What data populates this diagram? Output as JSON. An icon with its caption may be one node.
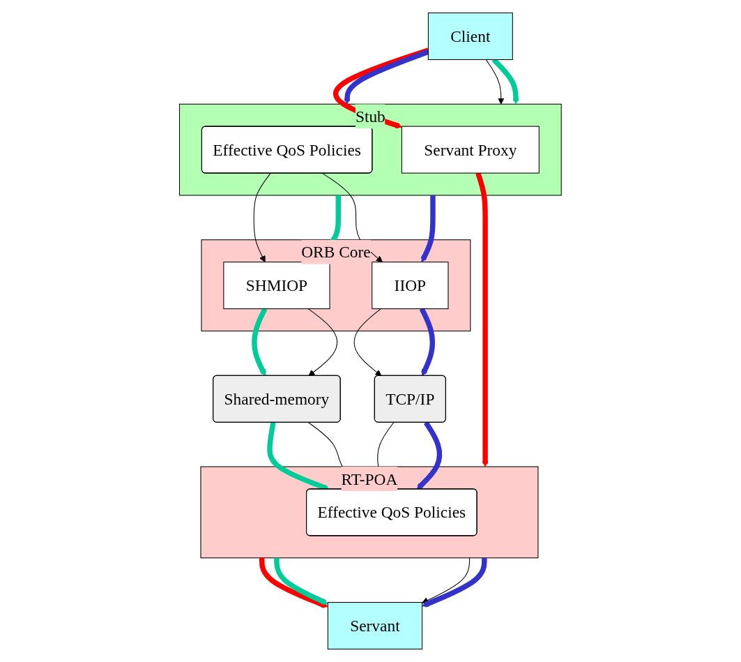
{
  "diagram": {
    "nodes": [
      {
        "text": [
          "Client"
        ]
      },
      {
        "text": [
          "Servant"
        ]
      },
      {
        "text": [
          "Stub"
        ]
      },
      {
        "text": [
          "Effective QoS Policies"
        ],
        "in": 2
      },
      {
        "text": [
          "Servant Proxy"
        ],
        "in": 2
      },
      {
        "text": [
          "RT-POA"
        ]
      },
      {
        "text": [
          "Effective QoS Policies"
        ],
        "in": 5
      },
      {
        "text": [
          "ORB Core"
        ]
      },
      {
        "text": [
          "IIOP"
        ],
        "in": 7
      },
      {
        "text": [
          "SHMIOP"
        ],
        "in": 7
      },
      {
        "text": [
          "Shared-memory"
        ]
      },
      {
        "text": [
          "TCP/IP"
        ]
      }
    ],
    "edges": [
      {
        "from": 0,
        "to": 2,
        "arrow": "to",
        "color": "#3333cc"
      },
      {
        "from": 0,
        "to": 2,
        "arrow": "to"
      },
      {
        "from": 0,
        "to": 2,
        "arrow": "to",
        "color": "#00cc99"
      },
      {
        "from": 0,
        "to": 4,
        "arrow": "to",
        "color": "#ff0000"
      },
      {
        "from": 4,
        "to": 5,
        "arrow": "to",
        "color": "#ff0000"
      },
      {
        "from": 5,
        "to": 1,
        "arrow": "to",
        "color": "#ff0000"
      },
      {
        "from": 5,
        "to": 1,
        "arrow": "to",
        "color": "#00cc99"
      },
      {
        "from": 5,
        "to": 1,
        "arrow": "to"
      },
      {
        "from": 5,
        "to": 1,
        "arrow": "to",
        "color": "#3333cc"
      },
      {
        "from": 3,
        "to": 8,
        "arrow": "to"
      },
      {
        "from": 2,
        "to": 8,
        "arrow": "to",
        "color": "#3333cc"
      },
      {
        "from": 3,
        "to": 9,
        "arrow": "to"
      },
      {
        "from": 2,
        "to": 9,
        "arrow": "to",
        "color": "#00cc99"
      },
      {
        "from": 8,
        "to": 11,
        "arrow": "to"
      },
      {
        "from": 8,
        "to": 11,
        "arrow": "to",
        "color": "#3333cc"
      },
      {
        "from": 9,
        "to": 10,
        "arrow": "to",
        "color": "#00cc99"
      },
      {
        "from": 9,
        "to": 10,
        "arrow": "to"
      },
      {
        "from": 10,
        "to": 6,
        "arrow": "to",
        "color": "#00cc99"
      },
      {
        "from": 10,
        "to": 6,
        "arrow": "to"
      },
      {
        "from": 11,
        "to": 6,
        "arrow": "to"
      },
      {
        "from": 11,
        "to": 6,
        "arrow": "to",
        "color": "#3333cc"
      }
    ]
  }
}
